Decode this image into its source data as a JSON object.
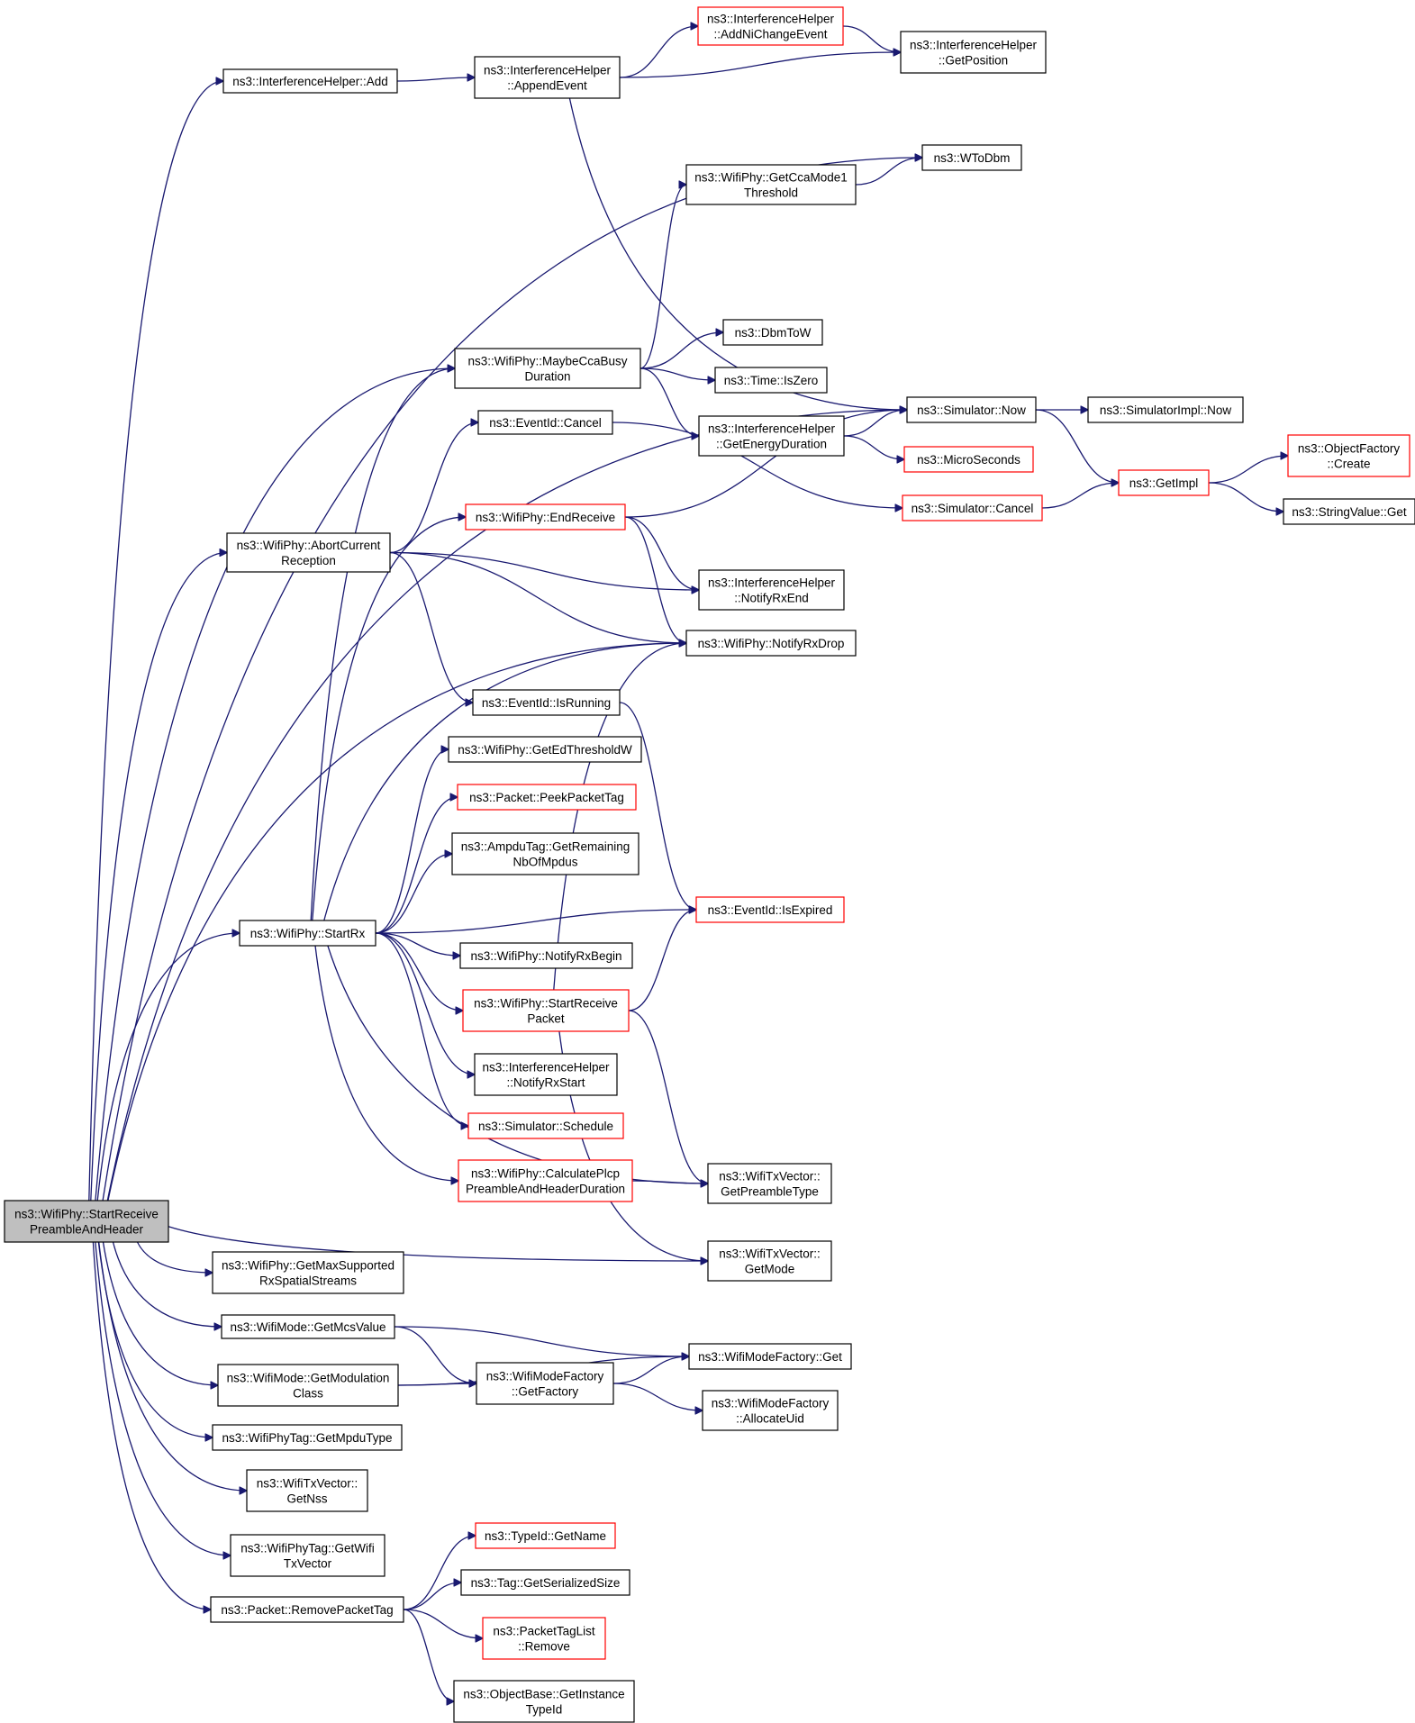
{
  "root": "start-receive-preamble",
  "nodes": [
    {
      "id": "start-receive-preamble",
      "lines": [
        "ns3::WifiPhy::StartReceive",
        "PreambleAndHeader"
      ],
      "root": true
    },
    {
      "id": "ih-add",
      "lines": [
        "ns3::InterferenceHelper::Add"
      ]
    },
    {
      "id": "ih-append-event",
      "lines": [
        "ns3::InterferenceHelper",
        "::AppendEvent"
      ]
    },
    {
      "id": "ih-add-ni-change",
      "lines": [
        "ns3::InterferenceHelper",
        "::AddNiChangeEvent"
      ],
      "truncated": true
    },
    {
      "id": "ih-get-position",
      "lines": [
        "ns3::InterferenceHelper",
        "::GetPosition"
      ]
    },
    {
      "id": "wtodbm",
      "lines": [
        "ns3::WToDbm"
      ]
    },
    {
      "id": "get-cca-threshold",
      "lines": [
        "ns3::WifiPhy::GetCcaMode1",
        "Threshold"
      ]
    },
    {
      "id": "dbmtow",
      "lines": [
        "ns3::DbmToW"
      ]
    },
    {
      "id": "maybe-cca-busy",
      "lines": [
        "ns3::WifiPhy::MaybeCcaBusy",
        "Duration"
      ]
    },
    {
      "id": "time-iszero",
      "lines": [
        "ns3::Time::IsZero"
      ]
    },
    {
      "id": "eventid-cancel",
      "lines": [
        "ns3::EventId::Cancel"
      ]
    },
    {
      "id": "ih-get-energy-duration",
      "lines": [
        "ns3::InterferenceHelper",
        "::GetEnergyDuration"
      ]
    },
    {
      "id": "simulator-now",
      "lines": [
        "ns3::Simulator::Now"
      ]
    },
    {
      "id": "simulatorimpl-now",
      "lines": [
        "ns3::SimulatorImpl::Now"
      ]
    },
    {
      "id": "microseconds",
      "lines": [
        "ns3::MicroSeconds"
      ],
      "truncated": true
    },
    {
      "id": "objectfactory-create",
      "lines": [
        "ns3::ObjectFactory",
        "::Create"
      ],
      "truncated": true
    },
    {
      "id": "getimpl",
      "lines": [
        "ns3::GetImpl"
      ],
      "truncated": true
    },
    {
      "id": "simulator-cancel",
      "lines": [
        "ns3::Simulator::Cancel"
      ],
      "truncated": true
    },
    {
      "id": "stringvalue-get",
      "lines": [
        "ns3::StringValue::Get"
      ]
    },
    {
      "id": "end-receive",
      "lines": [
        "ns3::WifiPhy::EndReceive"
      ],
      "truncated": true
    },
    {
      "id": "abort-current",
      "lines": [
        "ns3::WifiPhy::AbortCurrent",
        "Reception"
      ]
    },
    {
      "id": "ih-notify-rx-end",
      "lines": [
        "ns3::InterferenceHelper",
        "::NotifyRxEnd"
      ]
    },
    {
      "id": "notify-rx-drop",
      "lines": [
        "ns3::WifiPhy::NotifyRxDrop"
      ]
    },
    {
      "id": "eventid-isrunning",
      "lines": [
        "ns3::EventId::IsRunning"
      ]
    },
    {
      "id": "get-ed-threshold",
      "lines": [
        "ns3::WifiPhy::GetEdThresholdW"
      ]
    },
    {
      "id": "peek-packet-tag",
      "lines": [
        "ns3::Packet::PeekPacketTag"
      ],
      "truncated": true
    },
    {
      "id": "ampdu-remaining",
      "lines": [
        "ns3::AmpduTag::GetRemaining",
        "NbOfMpdus"
      ]
    },
    {
      "id": "start-rx",
      "lines": [
        "ns3::WifiPhy::StartRx"
      ]
    },
    {
      "id": "eventid-isexpired",
      "lines": [
        "ns3::EventId::IsExpired"
      ],
      "truncated": true
    },
    {
      "id": "notify-rx-begin",
      "lines": [
        "ns3::WifiPhy::NotifyRxBegin"
      ]
    },
    {
      "id": "start-receive-packet",
      "lines": [
        "ns3::WifiPhy::StartReceive",
        "Packet"
      ],
      "truncated": true
    },
    {
      "id": "ih-notify-rx-start",
      "lines": [
        "ns3::InterferenceHelper",
        "::NotifyRxStart"
      ]
    },
    {
      "id": "simulator-schedule",
      "lines": [
        "ns3::Simulator::Schedule"
      ],
      "truncated": true
    },
    {
      "id": "calc-plcp",
      "lines": [
        "ns3::WifiPhy::CalculatePlcp",
        "PreambleAndHeaderDuration"
      ],
      "truncated": true
    },
    {
      "id": "get-preamble-type",
      "lines": [
        "ns3::WifiTxVector::",
        "GetPreambleType"
      ]
    },
    {
      "id": "txvector-getmode",
      "lines": [
        "ns3::WifiTxVector::",
        "GetMode"
      ]
    },
    {
      "id": "get-max-supported",
      "lines": [
        "ns3::WifiPhy::GetMaxSupported",
        "RxSpatialStreams"
      ]
    },
    {
      "id": "get-mcs-value",
      "lines": [
        "ns3::WifiMode::GetMcsValue"
      ]
    },
    {
      "id": "modefactory-get",
      "lines": [
        "ns3::WifiModeFactory::Get"
      ]
    },
    {
      "id": "get-modulation-class",
      "lines": [
        "ns3::WifiMode::GetModulation",
        "Class"
      ]
    },
    {
      "id": "modefactory-getfactory",
      "lines": [
        "ns3::WifiModeFactory",
        "::GetFactory"
      ]
    },
    {
      "id": "modefactory-allocateuid",
      "lines": [
        "ns3::WifiModeFactory",
        "::AllocateUid"
      ]
    },
    {
      "id": "phytag-get-mpdu-type",
      "lines": [
        "ns3::WifiPhyTag::GetMpduType"
      ]
    },
    {
      "id": "txvector-getnss",
      "lines": [
        "ns3::WifiTxVector::",
        "GetNss"
      ]
    },
    {
      "id": "phytag-get-txvector",
      "lines": [
        "ns3::WifiPhyTag::GetWifi",
        "TxVector"
      ]
    },
    {
      "id": "typeid-getname",
      "lines": [
        "ns3::TypeId::GetName"
      ],
      "truncated": true
    },
    {
      "id": "remove-packet-tag",
      "lines": [
        "ns3::Packet::RemovePacketTag"
      ]
    },
    {
      "id": "tag-serialized-size",
      "lines": [
        "ns3::Tag::GetSerializedSize"
      ]
    },
    {
      "id": "packettaglist-remove",
      "lines": [
        "ns3::PacketTagList",
        "::Remove"
      ],
      "truncated": true
    },
    {
      "id": "objectbase-instance-typeid",
      "lines": [
        "ns3::ObjectBase::GetInstance",
        "TypeId"
      ]
    }
  ],
  "edges": [
    [
      "start-receive-preamble",
      "ih-add"
    ],
    [
      "start-receive-preamble",
      "wtodbm"
    ],
    [
      "start-receive-preamble",
      "simulator-now"
    ],
    [
      "start-receive-preamble",
      "maybe-cca-busy"
    ],
    [
      "start-receive-preamble",
      "abort-current"
    ],
    [
      "start-receive-preamble",
      "notify-rx-drop"
    ],
    [
      "start-receive-preamble",
      "start-rx"
    ],
    [
      "start-receive-preamble",
      "txvector-getmode"
    ],
    [
      "start-receive-preamble",
      "get-max-supported"
    ],
    [
      "start-receive-preamble",
      "get-mcs-value"
    ],
    [
      "start-receive-preamble",
      "get-modulation-class"
    ],
    [
      "start-receive-preamble",
      "phytag-get-mpdu-type"
    ],
    [
      "start-receive-preamble",
      "txvector-getnss"
    ],
    [
      "start-receive-preamble",
      "phytag-get-txvector"
    ],
    [
      "start-receive-preamble",
      "remove-packet-tag"
    ],
    [
      "ih-add",
      "ih-append-event"
    ],
    [
      "ih-append-event",
      "ih-add-ni-change"
    ],
    [
      "ih-append-event",
      "ih-get-position"
    ],
    [
      "ih-append-event",
      "simulator-now"
    ],
    [
      "ih-add-ni-change",
      "ih-get-position"
    ],
    [
      "get-cca-threshold",
      "wtodbm"
    ],
    [
      "maybe-cca-busy",
      "get-cca-threshold"
    ],
    [
      "maybe-cca-busy",
      "dbmtow"
    ],
    [
      "maybe-cca-busy",
      "time-iszero"
    ],
    [
      "maybe-cca-busy",
      "ih-get-energy-duration"
    ],
    [
      "ih-get-energy-duration",
      "simulator-now"
    ],
    [
      "ih-get-energy-duration",
      "microseconds"
    ],
    [
      "simulator-now",
      "simulatorimpl-now"
    ],
    [
      "simulator-now",
      "getimpl"
    ],
    [
      "eventid-cancel",
      "simulator-cancel"
    ],
    [
      "simulator-cancel",
      "getimpl"
    ],
    [
      "getimpl",
      "objectfactory-create"
    ],
    [
      "getimpl",
      "stringvalue-get"
    ],
    [
      "end-receive",
      "simulator-now"
    ],
    [
      "end-receive",
      "ih-notify-rx-end"
    ],
    [
      "end-receive",
      "notify-rx-drop"
    ],
    [
      "abort-current",
      "eventid-cancel"
    ],
    [
      "abort-current",
      "ih-notify-rx-end"
    ],
    [
      "abort-current",
      "notify-rx-drop"
    ],
    [
      "abort-current",
      "eventid-isrunning"
    ],
    [
      "eventid-isrunning",
      "eventid-isexpired"
    ],
    [
      "start-rx",
      "maybe-cca-busy"
    ],
    [
      "start-rx",
      "end-receive"
    ],
    [
      "start-rx",
      "notify-rx-drop"
    ],
    [
      "start-rx",
      "get-ed-threshold"
    ],
    [
      "start-rx",
      "peek-packet-tag"
    ],
    [
      "start-rx",
      "ampdu-remaining"
    ],
    [
      "start-rx",
      "eventid-isexpired"
    ],
    [
      "start-rx",
      "notify-rx-begin"
    ],
    [
      "start-rx",
      "start-receive-packet"
    ],
    [
      "start-rx",
      "ih-notify-rx-start"
    ],
    [
      "start-rx",
      "simulator-schedule"
    ],
    [
      "start-rx",
      "calc-plcp"
    ],
    [
      "start-rx",
      "get-preamble-type"
    ],
    [
      "start-receive-packet",
      "notify-rx-drop"
    ],
    [
      "start-receive-packet",
      "eventid-isexpired"
    ],
    [
      "start-receive-packet",
      "get-preamble-type"
    ],
    [
      "start-receive-packet",
      "txvector-getmode"
    ],
    [
      "calc-plcp",
      "get-preamble-type"
    ],
    [
      "get-mcs-value",
      "modefactory-get"
    ],
    [
      "get-mcs-value",
      "modefactory-getfactory"
    ],
    [
      "get-modulation-class",
      "modefactory-getfactory"
    ],
    [
      "get-modulation-class",
      "modefactory-get"
    ],
    [
      "modefactory-getfactory",
      "modefactory-get"
    ],
    [
      "modefactory-getfactory",
      "modefactory-allocateuid"
    ],
    [
      "remove-packet-tag",
      "typeid-getname"
    ],
    [
      "remove-packet-tag",
      "tag-serialized-size"
    ],
    [
      "remove-packet-tag",
      "packettaglist-remove"
    ],
    [
      "remove-packet-tag",
      "objectbase-instance-typeid"
    ]
  ]
}
